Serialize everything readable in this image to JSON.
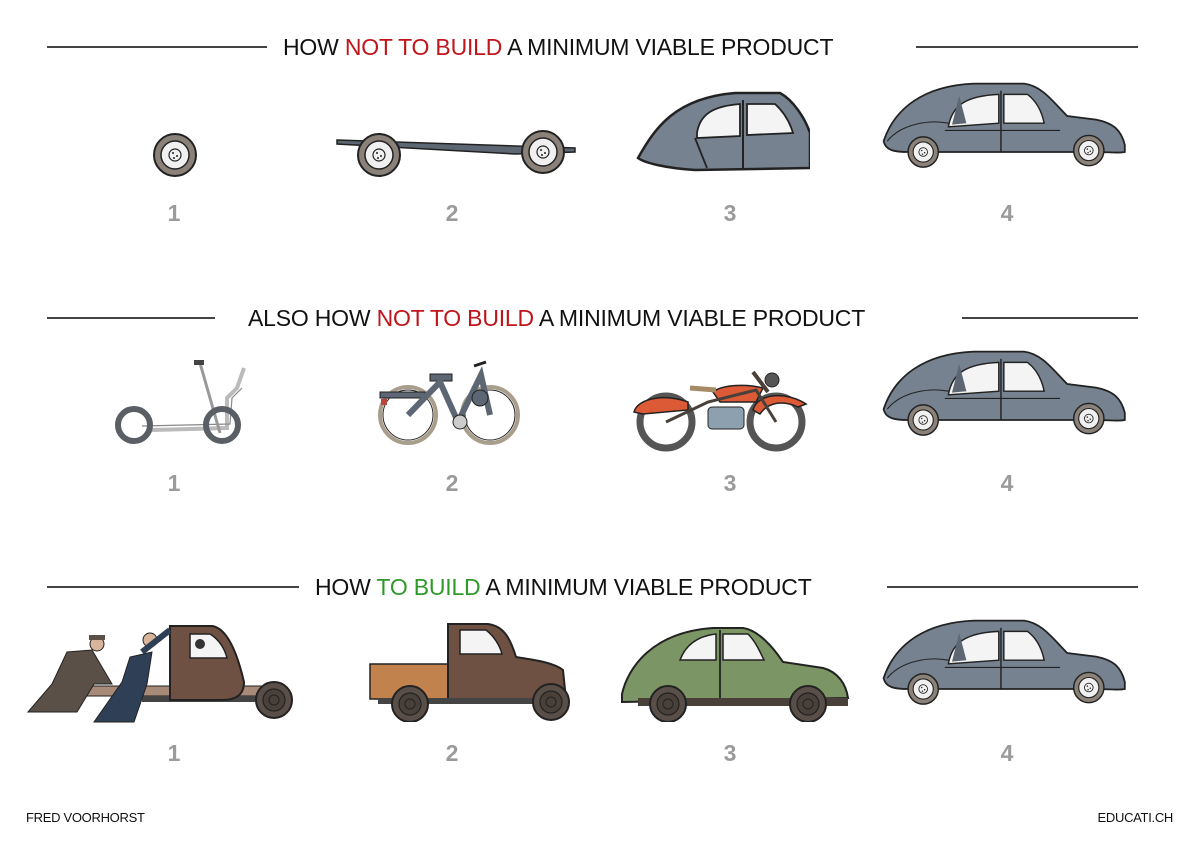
{
  "sections": [
    {
      "prefix": "HOW ",
      "emphasis": "NOT TO BUILD",
      "suffix": " A MINIMUM VIABLE PRODUCT",
      "emphasis_color": "#c0151b",
      "steps": [
        {
          "number": "1",
          "item": "wheel"
        },
        {
          "number": "2",
          "item": "chassis-with-wheels"
        },
        {
          "number": "3",
          "item": "car-body"
        },
        {
          "number": "4",
          "item": "car"
        }
      ]
    },
    {
      "prefix": "ALSO HOW ",
      "emphasis": "NOT TO BUILD",
      "suffix": " A MINIMUM VIABLE PRODUCT",
      "emphasis_color": "#c0151b",
      "steps": [
        {
          "number": "1",
          "item": "kick-scooter"
        },
        {
          "number": "2",
          "item": "moped"
        },
        {
          "number": "3",
          "item": "motorcycle"
        },
        {
          "number": "4",
          "item": "car"
        }
      ]
    },
    {
      "prefix": "HOW ",
      "emphasis": "TO BUILD",
      "suffix": " A MINIMUM VIABLE PRODUCT",
      "emphasis_color": "#2f9a2b",
      "steps": [
        {
          "number": "1",
          "item": "pushed-cabin-on-chassis"
        },
        {
          "number": "2",
          "item": "pickup-truck"
        },
        {
          "number": "3",
          "item": "green-car"
        },
        {
          "number": "4",
          "item": "car"
        }
      ]
    }
  ],
  "footer": {
    "author": "FRED VOORHORST",
    "site": "EDUCATI.CH"
  },
  "colors": {
    "not_to_build": "#c0151b",
    "to_build": "#2f9a2b",
    "step_number": "#9b9b9b",
    "car_grey_blue": "#76828f",
    "brown": "#6e5142",
    "green_car": "#7c9565",
    "motorcycle_orange": "#dc5a35"
  }
}
